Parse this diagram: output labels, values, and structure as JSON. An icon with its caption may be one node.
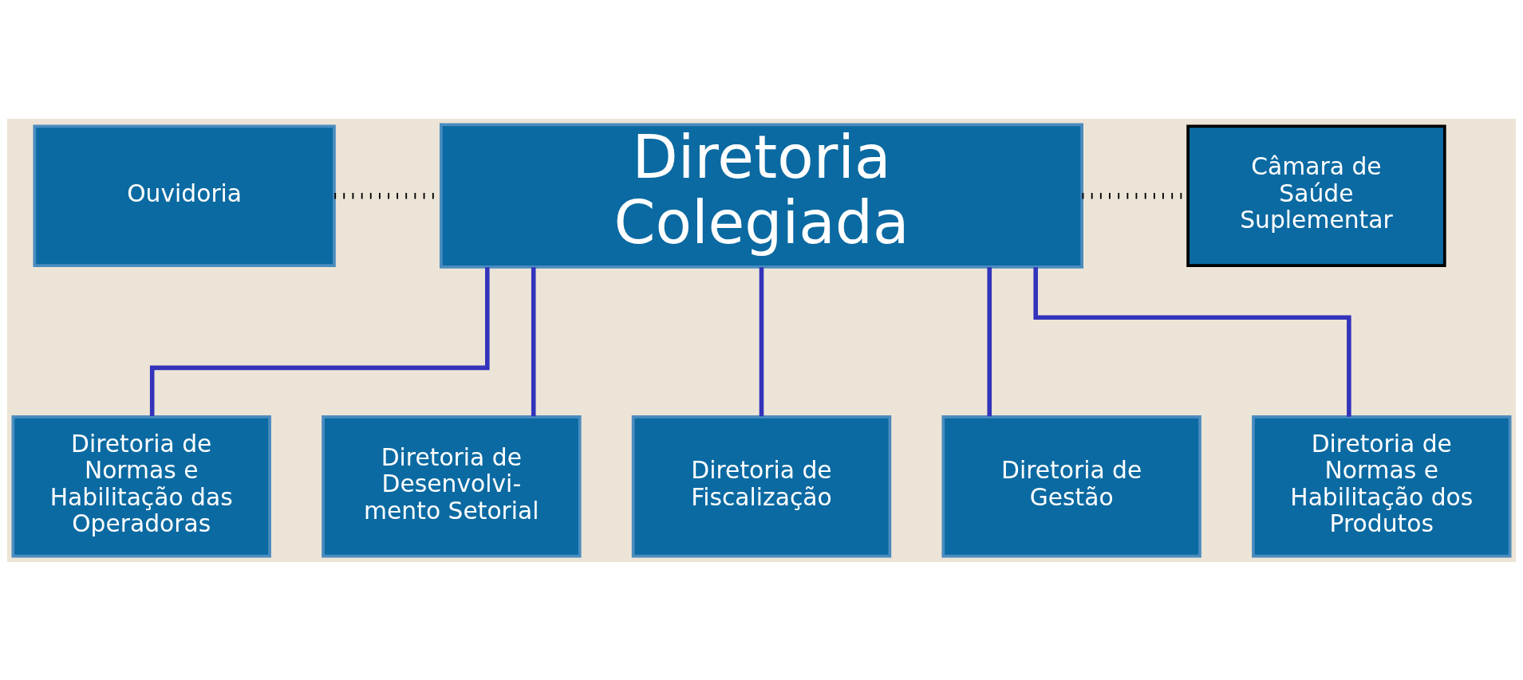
{
  "diagram": {
    "nodes": [
      {
        "text": [
          "Ouvidoria"
        ]
      },
      {
        "text": [
          "Diretoria Colegiada"
        ]
      },
      {
        "text": [
          "Câmara de Saúde Suplementar"
        ]
      },
      {
        "text": [
          "Diretoria de Normas e Habilitação das Operadoras"
        ]
      },
      {
        "text": [
          "Diretoria de Desenvolvi- mento Setorial"
        ]
      },
      {
        "text": [
          "Diretoria de Fiscalização"
        ]
      },
      {
        "text": [
          "Diretoria de Gestão"
        ]
      },
      {
        "text": [
          "Diretoria de Normas e Habilitação dos Produtos"
        ]
      }
    ],
    "edges": [
      {
        "from": 0,
        "to": 1,
        "arrow": "none",
        "style": "dashed",
        "color": "#000000"
      },
      {
        "from": 1,
        "to": 2,
        "arrow": "none",
        "style": "dashed",
        "color": "#000000"
      },
      {
        "from": 1,
        "to": 3,
        "arrow": "none"
      },
      {
        "from": 1,
        "to": 4,
        "arrow": "none"
      },
      {
        "from": 1,
        "to": 5,
        "arrow": "none"
      },
      {
        "from": 1,
        "to": 6,
        "arrow": "none"
      },
      {
        "from": 1,
        "to": 7,
        "arrow": "none"
      }
    ]
  }
}
